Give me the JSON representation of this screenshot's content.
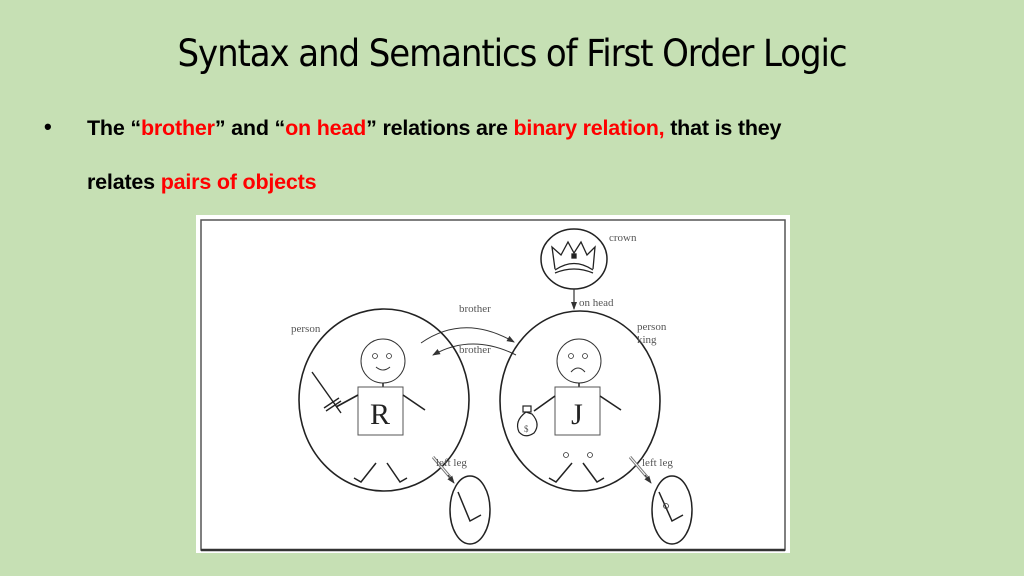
{
  "slide": {
    "title": "Syntax and Semantics of First Order Logic",
    "background_color": "#c6e0b4",
    "highlight_color": "#ff0000"
  },
  "bullet": {
    "marker": "•",
    "line1": [
      {
        "text": "The “",
        "highlight": false
      },
      {
        "text": "brother",
        "highlight": true
      },
      {
        "text": "” and “",
        "highlight": false
      },
      {
        "text": "on head",
        "highlight": true
      },
      {
        "text": "” relations are ",
        "highlight": false
      },
      {
        "text": "binary relation,",
        "highlight": true
      },
      {
        "text": " that is they",
        "highlight": false
      }
    ],
    "line2": [
      {
        "text": "relates ",
        "highlight": false
      },
      {
        "text": "pairs of objects",
        "highlight": true
      }
    ]
  },
  "figure": {
    "labels": {
      "crown": "crown",
      "on_head": "on head",
      "brother_top": "brother",
      "brother_bottom": "brother",
      "person_left": "person",
      "person_right": "person",
      "king": "king",
      "left_leg_left": "left leg",
      "left_leg_right": "left leg",
      "box_r": "R",
      "box_j": "J",
      "money_sign": "$"
    }
  }
}
